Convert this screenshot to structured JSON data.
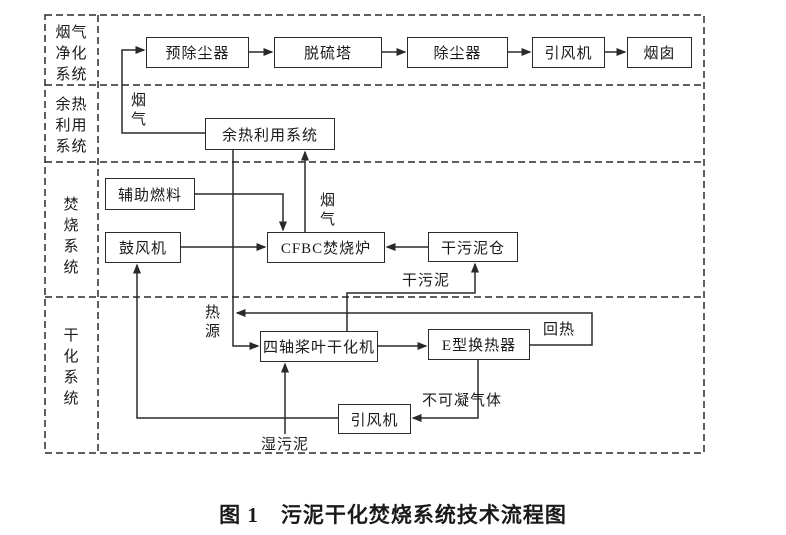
{
  "figure": {
    "caption": "图 1　污泥干化焚烧系统技术流程图"
  },
  "sections": [
    {
      "label": "烟气\n净化\n系统"
    },
    {
      "label": "余热\n利用\n系统"
    },
    {
      "label": "焚\n烧\n系\n统"
    },
    {
      "label": "干\n化\n系\n统"
    }
  ],
  "nodes": {
    "pre_deduster": "预除尘器",
    "desulfurization_tower": "脱硫塔",
    "deduster": "除尘器",
    "induced_draft_fan_top": "引风机",
    "chimney": "烟囱",
    "waste_heat_system": "余热利用系统",
    "auxiliary_fuel": "辅助燃料",
    "blower": "鼓风机",
    "cfbc_incinerator": "CFBC焚烧炉",
    "dry_sludge_silo": "干污泥仓",
    "paddle_dryer": "四轴桨叶干化机",
    "e_type_heat_exchanger": "E型换热器",
    "induced_draft_fan_bottom": "引风机"
  },
  "edge_labels": {
    "flue_gas_to_purification": "烟\n气",
    "flue_gas_to_waste_heat": "烟\n气",
    "heat_source": "热\n源",
    "dry_sludge": "干污泥",
    "reheat": "回热",
    "non_condensable_gas": "不可凝气体",
    "wet_sludge": "湿污泥"
  },
  "colors": {
    "line": "#2a2a2a",
    "background": "#ffffff"
  }
}
